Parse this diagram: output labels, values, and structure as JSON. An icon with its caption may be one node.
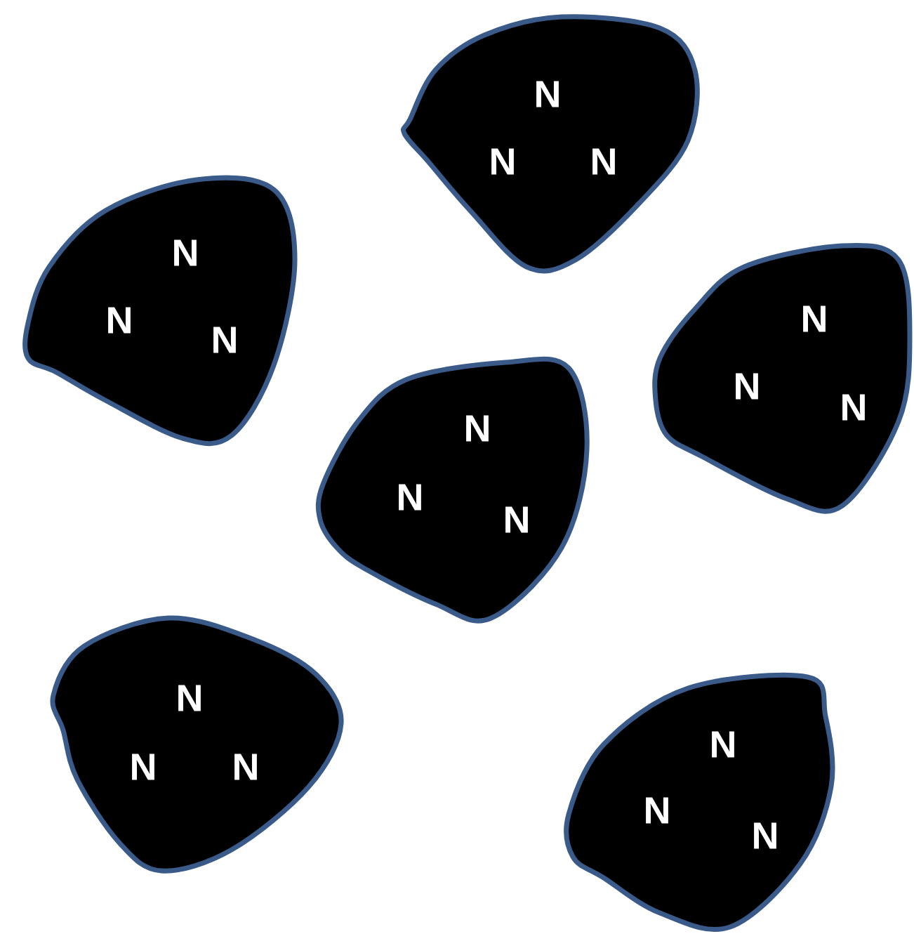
{
  "diagram": {
    "nodes": [
      {
        "text": [
          "N",
          "N",
          "N"
        ]
      },
      {
        "text": [
          "N",
          "N",
          "N"
        ]
      },
      {
        "text": [
          "N",
          "N",
          "N"
        ]
      },
      {
        "text": [
          "N",
          "N",
          "N"
        ]
      },
      {
        "text": [
          "N",
          "N",
          "N"
        ]
      },
      {
        "text": [
          "N",
          "N",
          "N"
        ]
      }
    ]
  }
}
